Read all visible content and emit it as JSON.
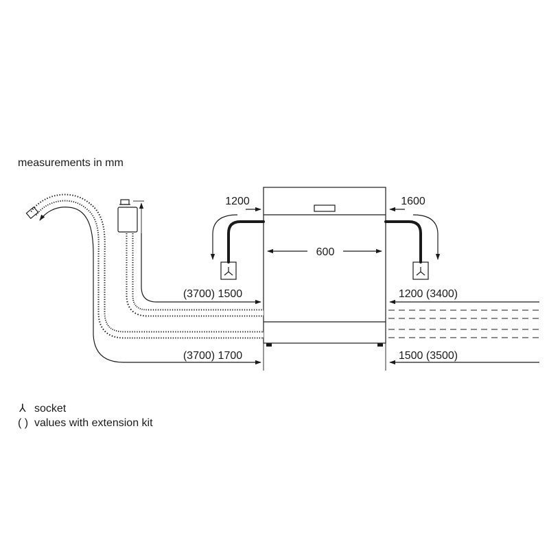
{
  "title": "measurements in mm",
  "dimensions": {
    "width": "600",
    "top_left": "1200",
    "top_right": "1600",
    "inlet_left": "(3700) 1500",
    "inlet_right": "1200 (3400)",
    "drain_left": "(3700) 1700",
    "drain_right": "1500 (3500)"
  },
  "legend": {
    "socket_symbol": "⅄",
    "socket_label": "socket",
    "ext_symbol": "( )",
    "ext_label": "values with extension kit"
  }
}
